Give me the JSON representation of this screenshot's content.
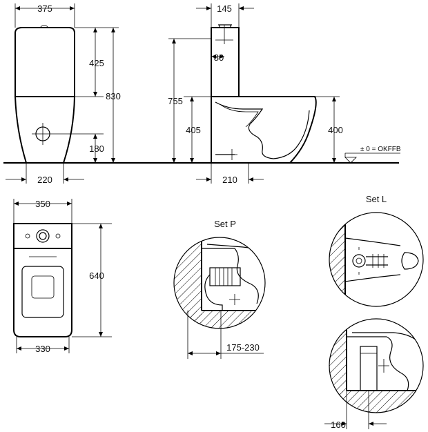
{
  "front_view": {
    "width_top": "375",
    "width_base": "220",
    "tank_height": "425",
    "total_height": "830",
    "outlet_height": "180"
  },
  "side_view": {
    "tank_depth": "145",
    "tank_inner": "80",
    "seat_height": "755",
    "bowl_height": "405",
    "rim_height": "400",
    "outlet_offset": "210",
    "floor_ref": "± 0 = OKFFB"
  },
  "plan_view": {
    "width_top": "350",
    "length": "640",
    "width_base": "330"
  },
  "set_p": {
    "title": "Set P",
    "range": "175-230"
  },
  "set_l": {
    "title": "Set L",
    "offset": "160"
  }
}
